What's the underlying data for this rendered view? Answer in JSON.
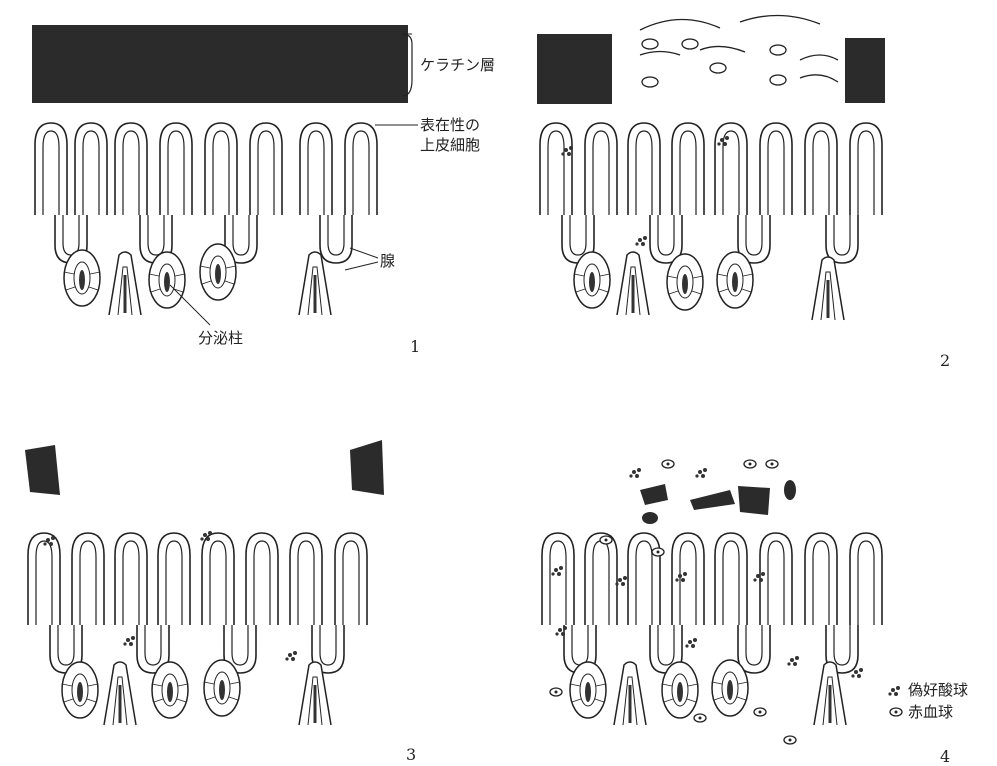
{
  "panels": [
    {
      "number": "1"
    },
    {
      "number": "2"
    },
    {
      "number": "3"
    },
    {
      "number": "4"
    }
  ],
  "labels": {
    "keratin_layer": "ケラチン層",
    "surface_cells": "表在性の\n上皮細胞",
    "gland": "腺",
    "secretion_column": "分泌柱"
  },
  "legend": {
    "pseudo_eosinophil": "偽好酸球",
    "red_blood_cell": "赤血球"
  }
}
